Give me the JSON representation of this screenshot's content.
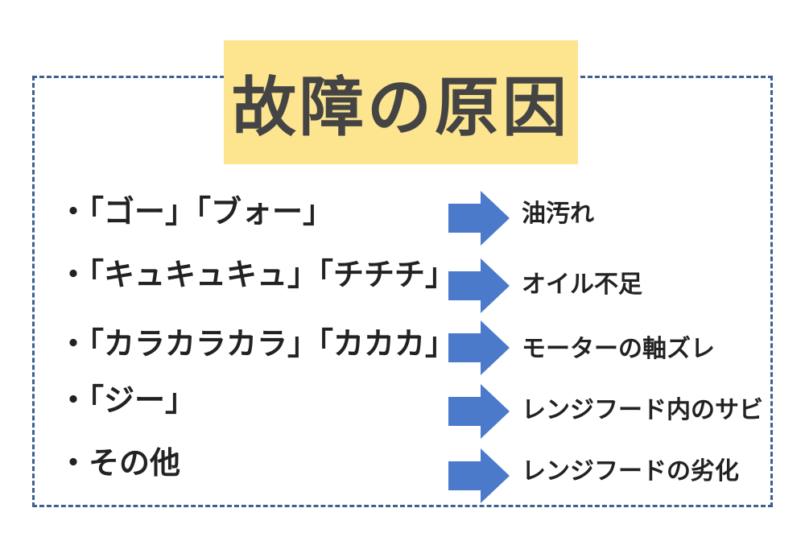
{
  "title": "故障の原因",
  "sounds": [
    "・「ゴー」「ブォー」",
    "・「キュキュキュ」「チチチ」",
    "・「カラカラカラ」「カカカ」",
    "・「ジー」",
    "・その他"
  ],
  "causes": [
    "油汚れ",
    "オイル不足",
    "モーターの軸ズレ",
    "レンジフード内のサビ",
    "レンジフードの劣化"
  ],
  "colors": {
    "title_background": "#fde48f",
    "frame_border": "#3f5f8f",
    "arrow": "#4a7ac9",
    "text": "#222222"
  }
}
